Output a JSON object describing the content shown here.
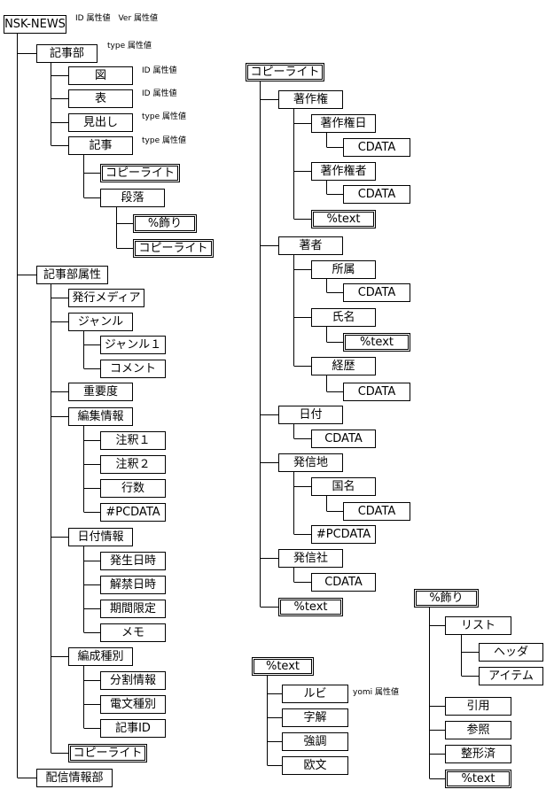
{
  "nodes": {
    "nsk_news": "NSK-NEWS",
    "kijibu": "記事部",
    "zu": "図",
    "hyo": "表",
    "midashi": "見出し",
    "kiji": "記事",
    "copyright_1": "コピーライト",
    "danraku": "段落",
    "kazari_ref": "%飾り",
    "copyright_2": "コピーライト",
    "kijibu_zokusei": "記事部属性",
    "hakko_media": "発行メディア",
    "genre": "ジャンル",
    "genre1": "ジャンル１",
    "comment": "コメント",
    "juyodo": "重要度",
    "henshu_joho": "編集情報",
    "chushaku1": "注釈１",
    "chushaku2": "注釈２",
    "gyosu": "行数",
    "pcdata_1": "#PCDATA",
    "hizuke_joho": "日付情報",
    "hassei_nichiji": "発生日時",
    "kaikin_nichiji": "解禁日時",
    "kikan_gentei": "期間限定",
    "memo": "メモ",
    "hensei_shubetsu": "編成種別",
    "bunkatsu_joho": "分割情報",
    "denbun_shubetsu": "電文種別",
    "kiji_id": "記事ID",
    "copyright_3": "コピーライト",
    "haishin_johobu": "配信情報部",
    "copyright_def": "コピーライト",
    "chosakuken": "著作権",
    "chosakuken_bi": "著作権日",
    "cdata_1": "CDATA",
    "chosakuken_sha": "著作権者",
    "cdata_2": "CDATA",
    "text_1": "%text",
    "chosha": "著者",
    "shozoku": "所属",
    "cdata_3": "CDATA",
    "shimei": "氏名",
    "text_2": "%text",
    "keireki": "経歴",
    "cdata_4": "CDATA",
    "hizuke": "日付",
    "cdata_5": "CDATA",
    "hasshinchi": "発信地",
    "kokumei": "国名",
    "cdata_6": "CDATA",
    "pcdata_2": "#PCDATA",
    "hasshinsha": "発信社",
    "cdata_7": "CDATA",
    "text_3": "%text",
    "text_def": "%text",
    "rubi": "ルビ",
    "jikai": "字解",
    "kyocho": "強調",
    "obun": "欧文",
    "kazari_def": "%飾り",
    "list": "リスト",
    "header": "ヘッダ",
    "item": "アイテム",
    "inyo": "引用",
    "sansho": "参照",
    "seikeizumi": "整形済",
    "text_4": "%text"
  },
  "notes": {
    "nsk_attr": "ID 属性値　Ver 属性値",
    "kijibu_attr": "type 属性値",
    "zu_attr": "ID 属性値",
    "hyo_attr": "ID 属性値",
    "midashi_attr": "type 属性値",
    "kiji_attr": "type 属性値",
    "rubi_attr": "yomi 属性値"
  }
}
